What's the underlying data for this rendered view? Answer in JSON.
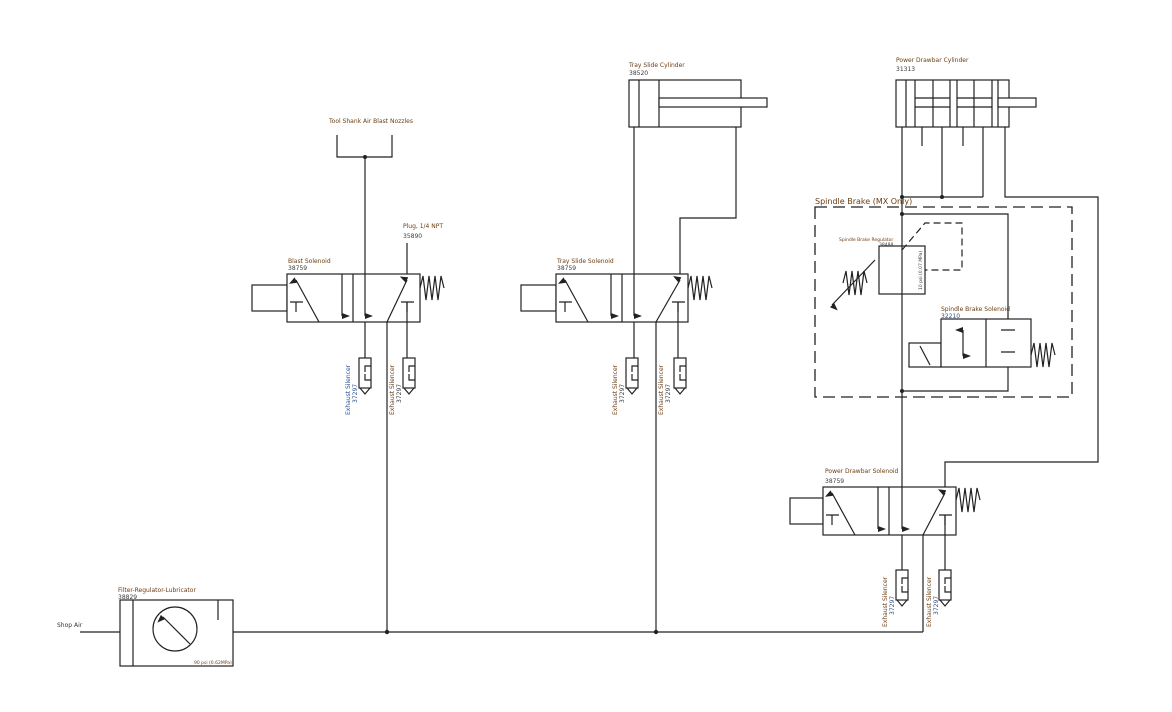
{
  "shop_air": "Shop Air",
  "frl": {
    "name": "Filter-Regulator-Lubricator",
    "part": "38829",
    "pressure": "90 psi (0.62MPa)"
  },
  "nozzles": {
    "name": "Tool Shank Air Blast Nozzles"
  },
  "plug": {
    "name": "Plug, 1/4 NPT",
    "part": "35890"
  },
  "blast_solenoid": {
    "name": "Blast Solenoid",
    "part": "38759"
  },
  "tray_solenoid": {
    "name": "Tray Slide Solenoid",
    "part": "38759"
  },
  "tray_cylinder": {
    "name": "Tray Slide Cylinder",
    "part": "38520"
  },
  "drawbar_cylinder": {
    "name": "Power Drawbar Cylinder",
    "part": "31313"
  },
  "spindle_brake": {
    "name": "Spindle Brake (MX Only)"
  },
  "brake_regulator": {
    "name": "Spindle Brake Regulator",
    "part": "38488",
    "pressure": "10 psi (0.07 MPa)"
  },
  "brake_solenoid": {
    "name": "Spindle Brake Solenoid",
    "part": "32210"
  },
  "drawbar_solenoid": {
    "name": "Power Drawbar Solenoid",
    "part": "38759"
  },
  "silencer": {
    "name": "Exhaust Silencer",
    "part": "37297"
  }
}
